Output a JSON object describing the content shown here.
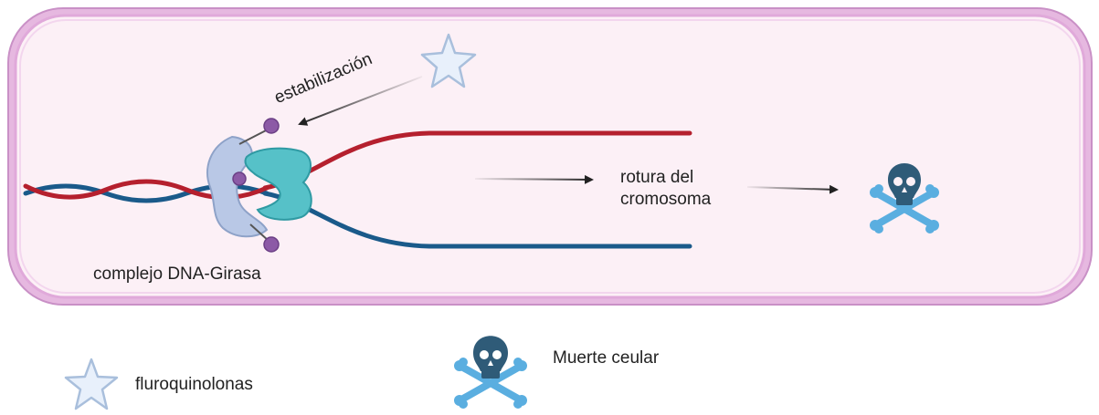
{
  "labels": {
    "stabilization": "estabilización",
    "complex": "complejo DNA-Girasa",
    "chromosome_break_line1": "rotura del",
    "chromosome_break_line2": "cromosoma"
  },
  "legend": {
    "fluoroquinolones": "fluroquinolonas",
    "cell_death": "Muerte ceular"
  },
  "colors": {
    "cell_membrane": "#d9a6d6",
    "cell_fill": "#fcf0f6",
    "dna_red": "#b5202e",
    "dna_blue": "#1a5a8a",
    "gyrase_light": "#b9c8e6",
    "gyrase_teal": "#56c1c8",
    "phosphate_purple": "#8c5aa6",
    "star_fill": "#e8f0fb",
    "star_stroke": "#a9bfdc",
    "skull": "#2f5b78",
    "crossbones": "#5aaee0",
    "arrow": "#222222"
  }
}
